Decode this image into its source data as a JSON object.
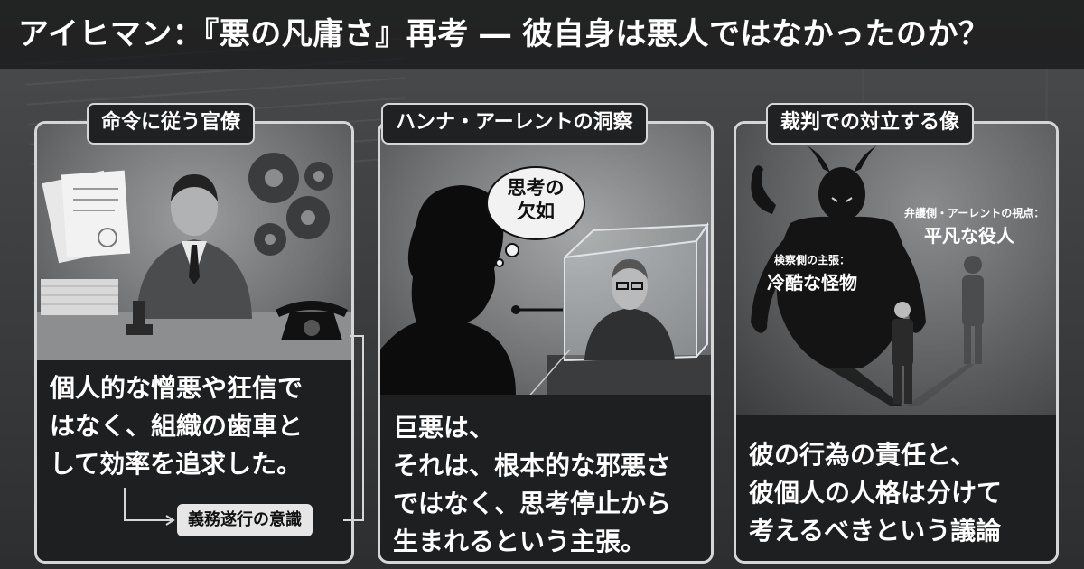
{
  "title": "アイヒマン：『悪の凡庸さ』再考 ― 彼自身は悪人ではなかったのか？",
  "panels": [
    {
      "heading": "命令に従う官僚",
      "body": [
        "個人的な憎悪や狂信で",
        "はなく、組織の歯車と",
        "して効率を追求した。"
      ],
      "tag": "義務遂行の意識"
    },
    {
      "heading": "ハンナ・アーレントの洞察",
      "bubble": [
        "思考の",
        "欠如"
      ],
      "body": [
        "巨悪は、",
        "それは、根本的な邪悪さ",
        "ではなく、思考停止から",
        "生まれるという主張。"
      ]
    },
    {
      "heading": "裁判での対立する像",
      "prosecution_label": "検察側の主張：",
      "prosecution_view": "冷酷な怪物",
      "defense_label": "弁護側・アーレントの視点：",
      "defense_view": "平凡な役人",
      "body": [
        "彼の行為の責任と、",
        "彼個人の人格は分けて",
        "考えるべきという議論"
      ]
    }
  ],
  "colors": {
    "panel_border": "#d6d6d6",
    "panel_bg": "#1e1f20",
    "text": "#ffffff",
    "tag_bg": "#e6e6e6"
  },
  "icons": [
    "gears-icon",
    "documents-icon",
    "stamp-icon",
    "telephone-icon",
    "thought-bubble-icon",
    "glass-booth-icon",
    "devil-shadow-icon"
  ]
}
